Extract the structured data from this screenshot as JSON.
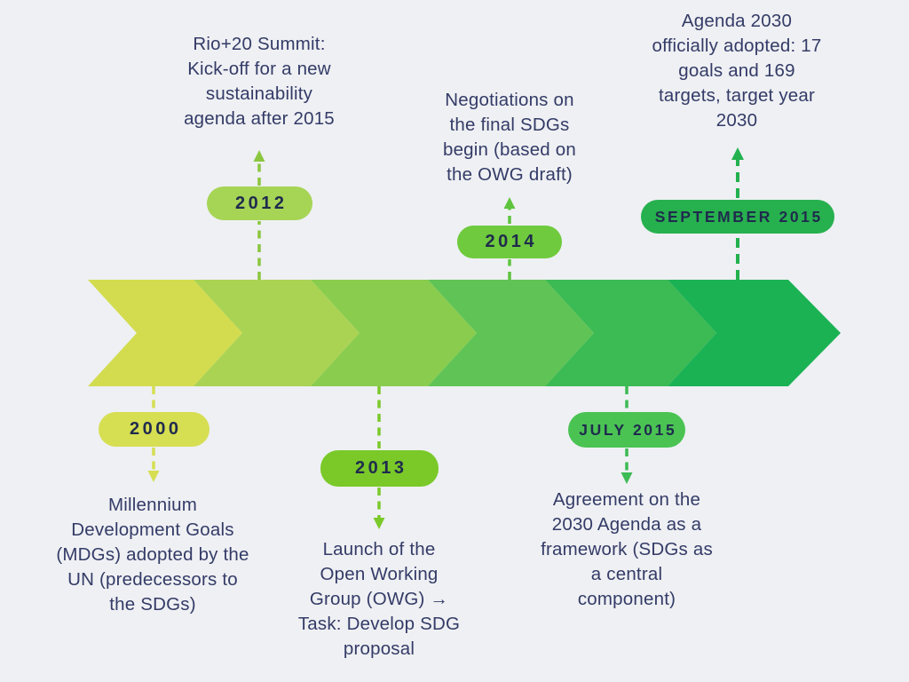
{
  "palette": {
    "background": "#eef0f3",
    "description_text": "#343b67",
    "badge_text": "#1f2b4d"
  },
  "timeline": {
    "direction": "left-to-right",
    "segments": [
      {
        "name": "segment-1",
        "color": "#d3dc4f"
      },
      {
        "name": "segment-2",
        "color": "#aad353"
      },
      {
        "name": "segment-3",
        "color": "#8acc4e"
      },
      {
        "name": "segment-4",
        "color": "#5fc455"
      },
      {
        "name": "segment-5",
        "color": "#3cba53"
      },
      {
        "name": "segment-6",
        "color": "#1bb254"
      }
    ]
  },
  "milestones": [
    {
      "id": "2000",
      "side": "below",
      "label": "2000",
      "badge_color": "#d6de52",
      "line_color": "#d6de52",
      "description": "Millennium\nDevelopment Goals\n(MDGs) adopted by the\nUN (predecessors to\nthe SDGs)"
    },
    {
      "id": "2012",
      "side": "above",
      "label": "2012",
      "badge_color": "#a6d455",
      "line_color": "#8cc63f",
      "description": "Rio+20 Summit:\nKick-off for a new\nsustainability\nagenda after 2015"
    },
    {
      "id": "2013",
      "side": "below",
      "label": "2013",
      "badge_color": "#7ac929",
      "line_color": "#7ac929",
      "description": "Launch of the\nOpen Working\nGroup (OWG) →\nTask: Develop SDG\nproposal"
    },
    {
      "id": "2014",
      "side": "above",
      "label": "2014",
      "badge_color": "#6fca3d",
      "line_color": "#5ec43e",
      "description": "Negotiations on\nthe final SDGs\nbegin (based on\nthe OWG draft)"
    },
    {
      "id": "july-2015",
      "side": "below",
      "label": "JULY 2015",
      "badge_color": "#4ac353",
      "line_color": "#3dbb55",
      "description": "Agreement on the\n2030 Agenda as a\nframework (SDGs as\na central\ncomponent)"
    },
    {
      "id": "september-2015",
      "side": "above",
      "label": "SEPTEMBER 2015",
      "badge_color": "#27b04e",
      "line_color": "#22b14e",
      "description": "Agenda 2030\nofficially adopted: 17\ngoals and 169\ntargets, target year\n2030"
    }
  ]
}
